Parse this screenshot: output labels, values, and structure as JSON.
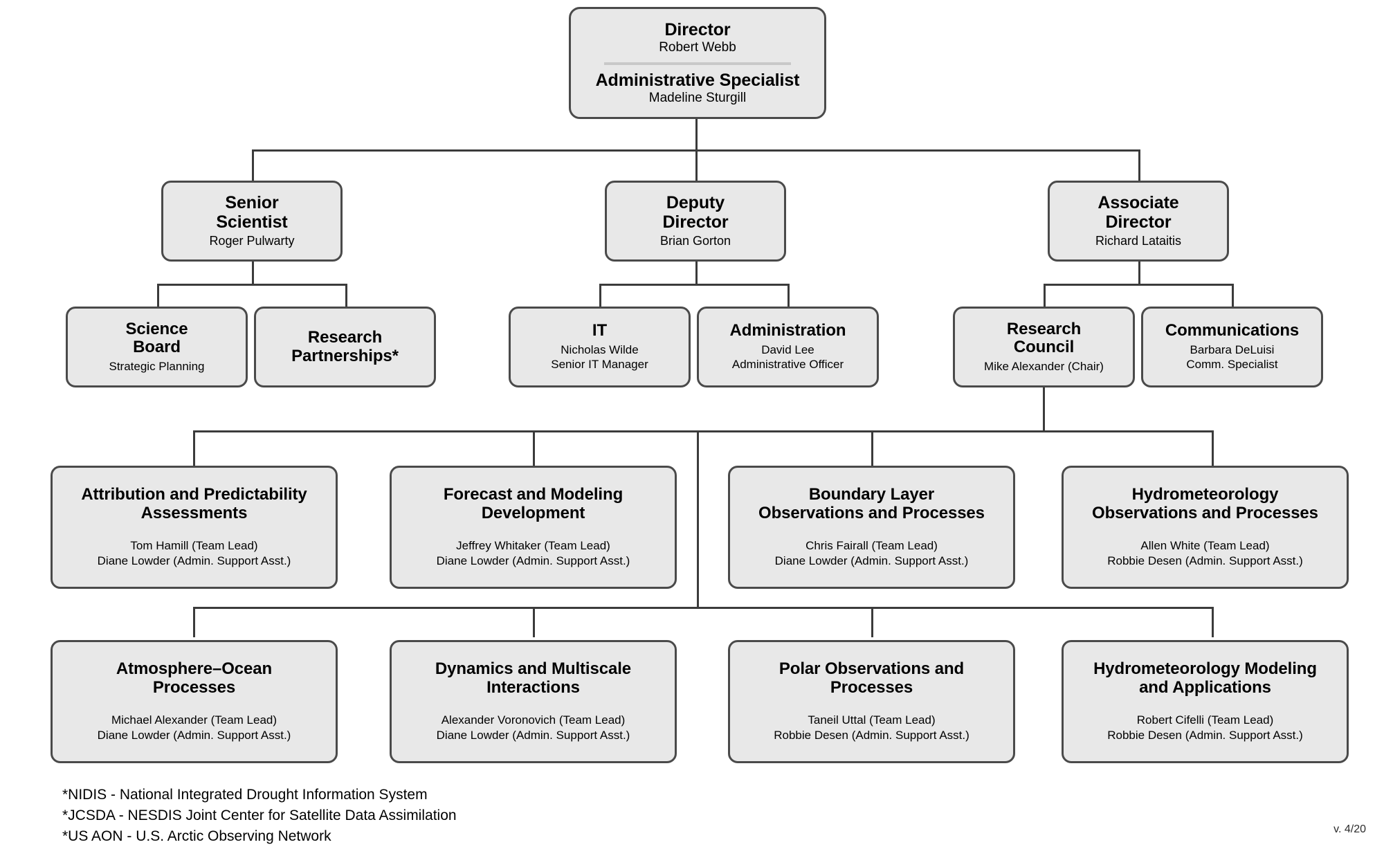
{
  "org_chart": {
    "director": {
      "role": "Director",
      "name": "Robert Webb",
      "secondary_role": "Administrative Specialist",
      "secondary_name": "Madeline Sturgill"
    },
    "level1": [
      {
        "role_line1": "Senior",
        "role_line2": "Scientist",
        "name": "Roger Pulwarty"
      },
      {
        "role_line1": "Deputy",
        "role_line2": "Director",
        "name": "Brian Gorton"
      },
      {
        "role_line1": "Associate",
        "role_line2": "Director",
        "name": "Richard Lataitis"
      }
    ],
    "level2": [
      {
        "title_line1": "Science",
        "title_line2": "Board",
        "sub1": "Strategic Planning",
        "sub2": ""
      },
      {
        "title_line1": "Research",
        "title_line2": "Partnerships*",
        "sub1": "",
        "sub2": ""
      },
      {
        "title_line1": "IT",
        "title_line2": "",
        "sub1": "Nicholas Wilde",
        "sub2": "Senior IT Manager"
      },
      {
        "title_line1": "Administration",
        "title_line2": "",
        "sub1": "David Lee",
        "sub2": "Administrative Officer"
      },
      {
        "title_line1": "Research",
        "title_line2": "Council",
        "sub1": "Mike Alexander (Chair)",
        "sub2": ""
      },
      {
        "title_line1": "Communications",
        "title_line2": "",
        "sub1": "Barbara DeLuisi",
        "sub2": "Comm. Specialist"
      }
    ],
    "divisions_row1": [
      {
        "title_line1": "Attribution and Predictability",
        "title_line2": "Assessments",
        "lead": "Tom Hamill (Team Lead)",
        "admin": "Diane Lowder (Admin. Support Asst.)"
      },
      {
        "title_line1": "Forecast and Modeling",
        "title_line2": "Development",
        "lead": "Jeffrey Whitaker (Team Lead)",
        "admin": "Diane Lowder (Admin. Support Asst.)"
      },
      {
        "title_line1": "Boundary Layer",
        "title_line2": "Observations and Processes",
        "lead": "Chris Fairall (Team Lead)",
        "admin": "Diane Lowder (Admin. Support Asst.)"
      },
      {
        "title_line1": "Hydrometeorology",
        "title_line2": "Observations and Processes",
        "lead": "Allen White (Team Lead)",
        "admin": "Robbie Desen (Admin. Support Asst.)"
      }
    ],
    "divisions_row2": [
      {
        "title_line1": "Atmosphere–Ocean",
        "title_line2": "Processes",
        "lead": "Michael Alexander (Team Lead)",
        "admin": "Diane Lowder (Admin. Support Asst.)"
      },
      {
        "title_line1": "Dynamics and Multiscale",
        "title_line2": "Interactions",
        "lead": "Alexander Voronovich (Team Lead)",
        "admin": "Diane Lowder (Admin. Support Asst.)"
      },
      {
        "title_line1": "Polar Observations and",
        "title_line2": "Processes",
        "lead": "Taneil Uttal (Team Lead)",
        "admin": "Robbie Desen (Admin. Support Asst.)"
      },
      {
        "title_line1": "Hydrometeorology Modeling",
        "title_line2": "and Applications",
        "lead": "Robert Cifelli (Team Lead)",
        "admin": "Robbie Desen (Admin. Support Asst.)"
      }
    ],
    "footnotes": [
      "*NIDIS - National Integrated Drought Information System",
      "*JCSDA - NESDIS Joint Center for Satellite Data Assimilation",
      "*US AON - U.S. Arctic Observing Network"
    ],
    "version": "v. 4/20",
    "colors": {
      "box_fill": "#e8e8e8",
      "box_border": "#4a4a4a",
      "line": "#3b3b3b",
      "divider": "#c8c8c8",
      "background": "#ffffff"
    }
  }
}
